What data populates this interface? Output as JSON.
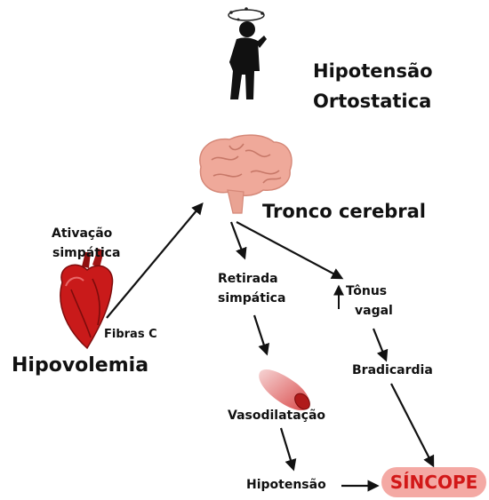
{
  "labels": {
    "title_line1": "Hipotensão",
    "title_line2": "Ortostatica",
    "tronco": "Tronco cerebral",
    "ativacao_line1": "Ativação",
    "ativacao_line2": "simpática",
    "fibras": "Fibras C",
    "hipovolemia": "Hipovolemia",
    "retirada_line1": "Retirada",
    "retirada_line2": "simpática",
    "tonus_line1": "Tônus",
    "tonus_line2": "vagal",
    "bradicardia": "Bradicardia",
    "vasodilatacao": "Vasodilatação",
    "hipotensao": "Hipotensão",
    "sincope": "SÍNCOPE"
  },
  "icons": {
    "person": "dizzy-person-icon",
    "brain": "brain-icon",
    "heart": "heart-icon",
    "vessel": "blood-vessel-icon",
    "up_arrow": "up-arrow-icon"
  },
  "colors": {
    "sincope_bg": "#f4a9a4",
    "sincope_text": "#d21818",
    "brain": "#efa99a",
    "heart": "#c91a1a"
  }
}
